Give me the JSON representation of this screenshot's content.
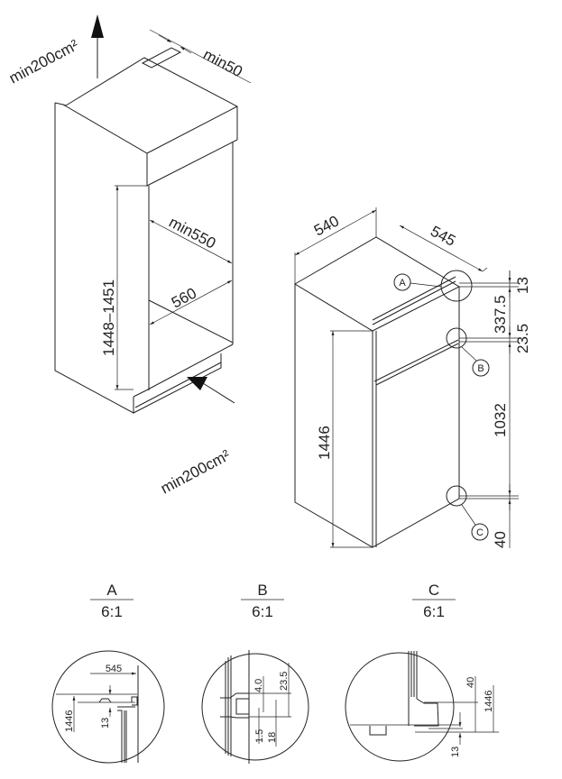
{
  "cabinet": {
    "ventilation_top": "min200cm²",
    "ventilation_bottom": "min200cm²",
    "rear_gap": "min50",
    "niche_height": "1448–1451",
    "niche_depth": "min550",
    "niche_width": "560"
  },
  "appliance": {
    "width": "540",
    "depth": "545",
    "height": "1446",
    "right_dims": [
      "13",
      "337.5",
      "23.5",
      "1032",
      "40"
    ],
    "callouts": [
      "A",
      "B",
      "C"
    ]
  },
  "details": [
    {
      "label": "A",
      "scale": "6:1",
      "dims": [
        "545",
        "1446",
        "13"
      ]
    },
    {
      "label": "B",
      "scale": "6:1",
      "dims": [
        "4.0",
        "23.5",
        "1.5",
        "18"
      ]
    },
    {
      "label": "C",
      "scale": "6:1",
      "dims": [
        "40",
        "1446",
        "13"
      ]
    }
  ]
}
